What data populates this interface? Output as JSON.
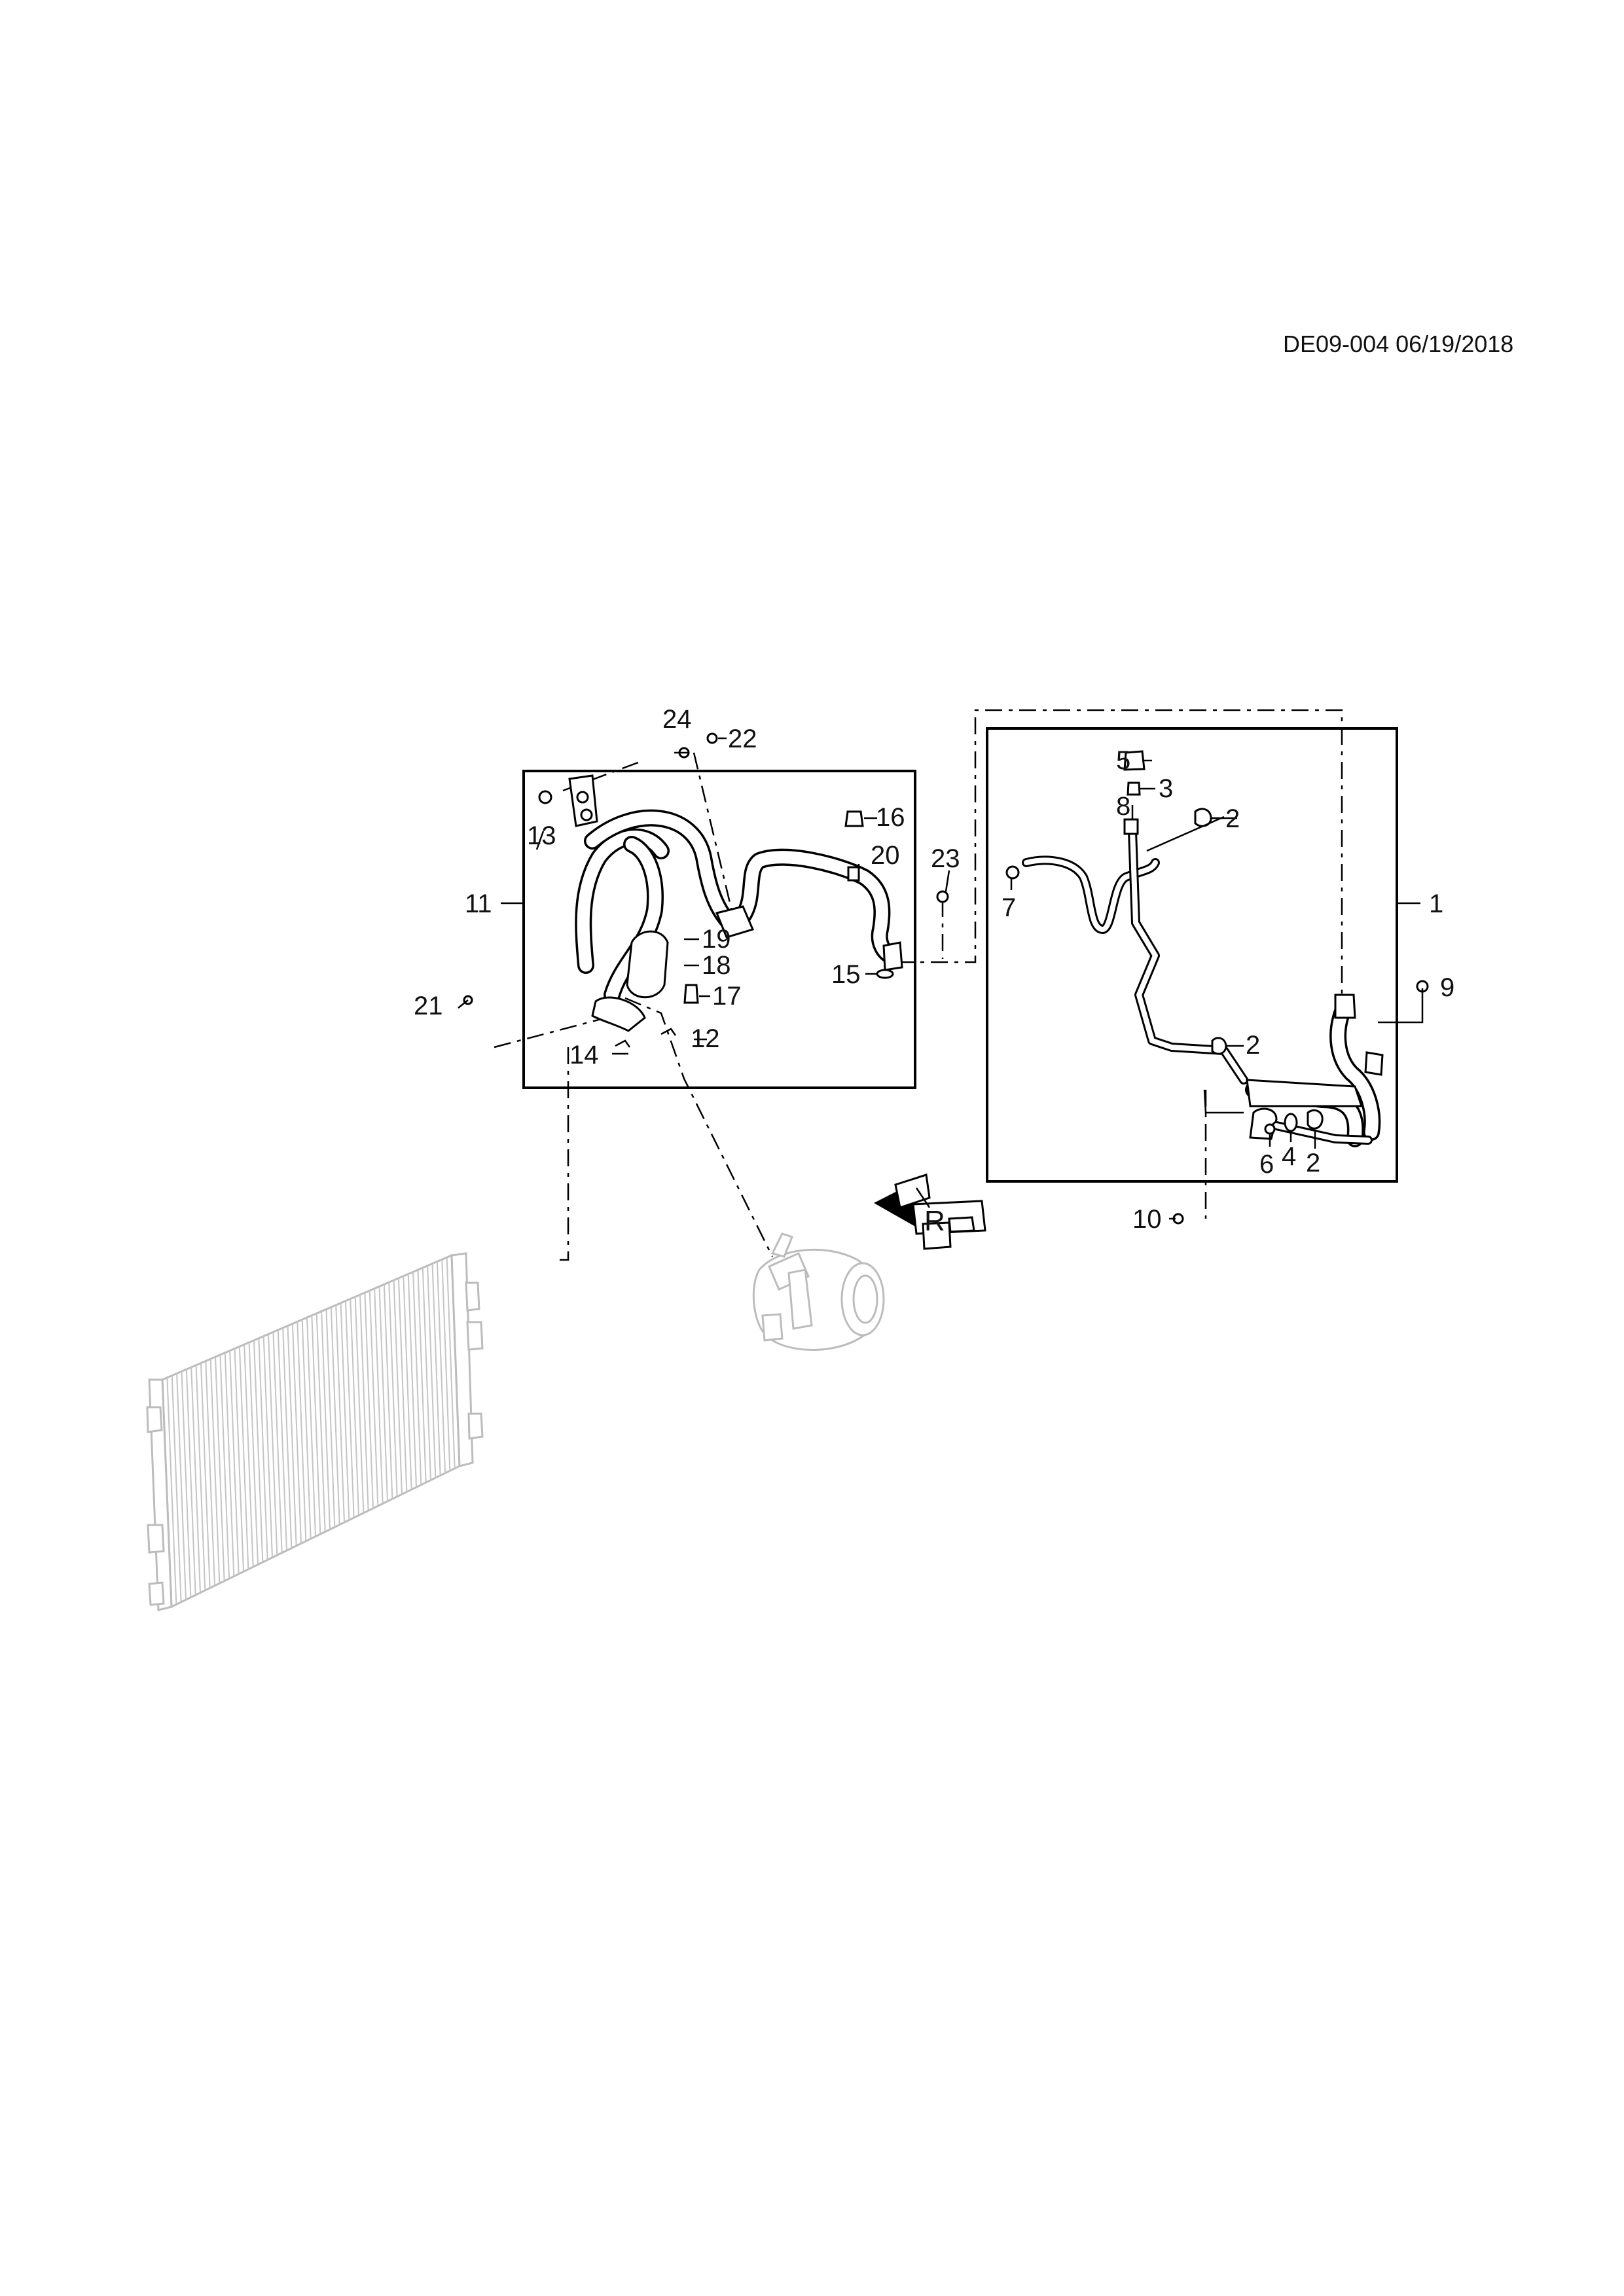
{
  "header": {
    "diagram_id": "DE09-004 06/19/2018"
  },
  "callouts": {
    "c1": "1",
    "c2a": "2",
    "c2b": "2",
    "c2c": "2",
    "c3": "3",
    "c4": "4",
    "c5": "5",
    "c6": "6",
    "c7": "7",
    "c8": "8",
    "c9": "9",
    "c10": "10",
    "c11": "11",
    "c12": "12",
    "c13": "13",
    "c14": "14",
    "c15": "15",
    "c16": "16",
    "c17": "17",
    "c18": "18",
    "c19": "19",
    "c20": "20",
    "c21": "21",
    "c22": "22",
    "c23": "23",
    "c24": "24"
  },
  "orientation_marker": {
    "letter": "R"
  }
}
